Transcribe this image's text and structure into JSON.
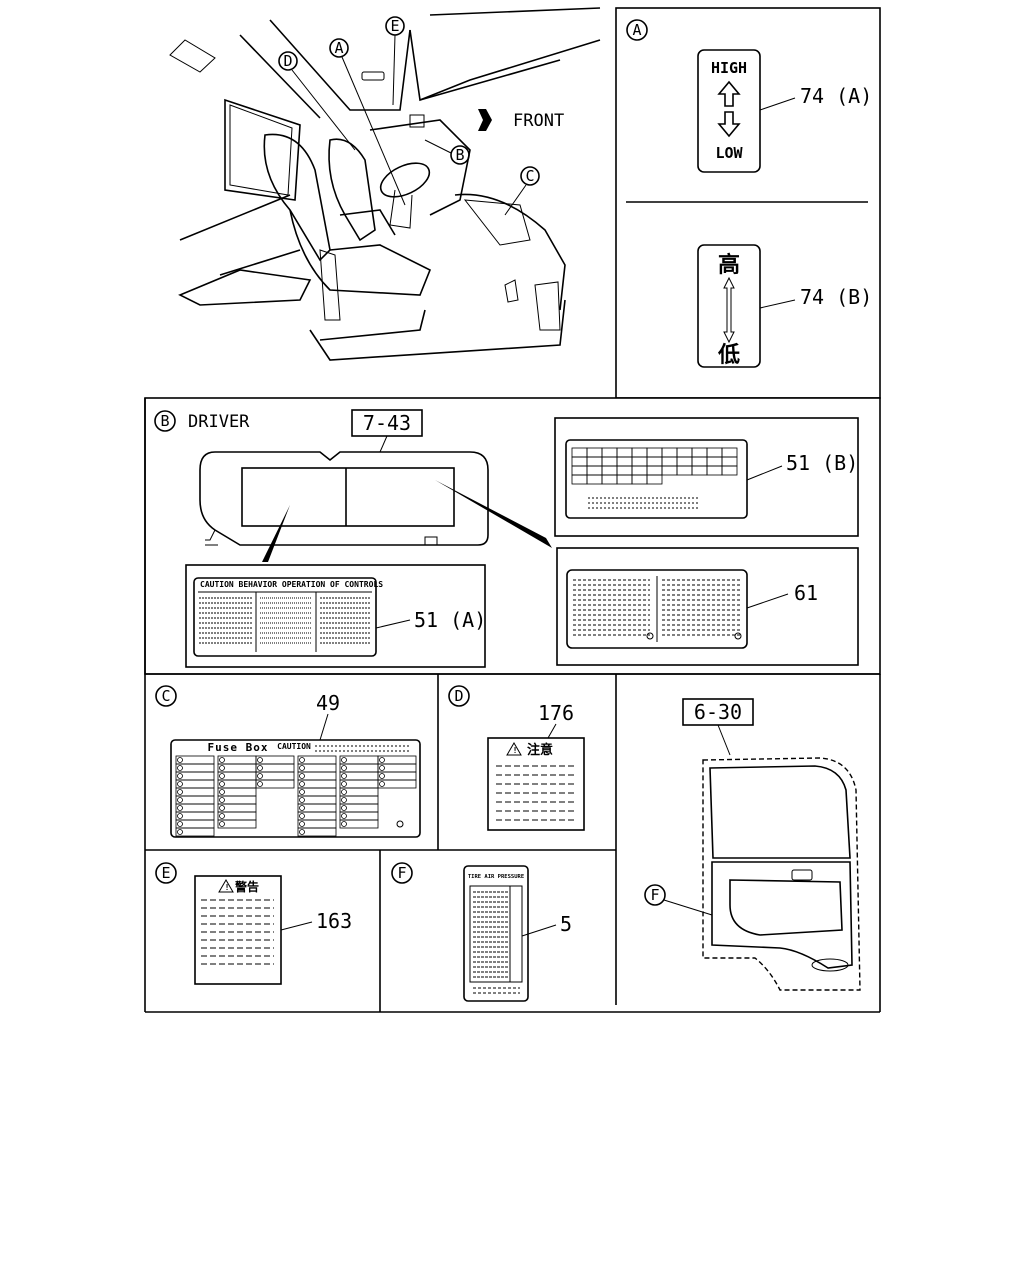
{
  "overview": {
    "front_label": "FRONT",
    "callouts": [
      "A",
      "B",
      "C",
      "D",
      "E"
    ]
  },
  "panel_a": {
    "letter": "A",
    "label_a": {
      "high": "HIGH",
      "low": "LOW",
      "part": "74 (A)"
    },
    "label_b": {
      "high": "高",
      "low": "低",
      "part": "74 (B)"
    }
  },
  "panel_b": {
    "letter": "B",
    "title": "DRIVER",
    "ref": "7-43",
    "label_51a": {
      "heading": "CAUTION  BEHAVIOR  OPERATION OF CONTROLS",
      "part": "51 (A)"
    },
    "label_51b": {
      "part": "51 (B)"
    },
    "label_61": {
      "part": "61"
    }
  },
  "panel_c": {
    "letter": "C",
    "part": "49",
    "fuse_title": "Fuse Box",
    "caution": "CAUTION"
  },
  "panel_d": {
    "letter": "D",
    "part": "176",
    "heading": "注意"
  },
  "panel_door": {
    "ref": "6-30",
    "callout": "F"
  },
  "panel_e": {
    "letter": "E",
    "part": "163",
    "heading": "警告"
  },
  "panel_f": {
    "letter": "F",
    "part": "5",
    "heading": "TIRE AIR PRESSURE"
  }
}
